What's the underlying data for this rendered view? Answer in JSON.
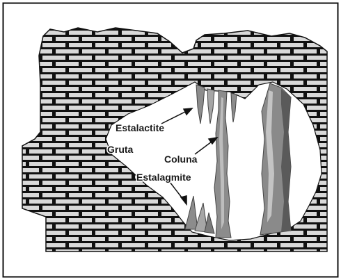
{
  "labels": {
    "stalactite": "Estalactite",
    "cave": "Gruta",
    "column": "Coluna",
    "stalagmite": "Estalagmite"
  },
  "colors": {
    "frame": "#111111",
    "mortar": "#111111",
    "brick": "#d9d9d9",
    "cave": "#ffffff",
    "formation": "#8c8c8c",
    "formation_dark": "#555555",
    "formation_light": "#b3b3b3"
  }
}
